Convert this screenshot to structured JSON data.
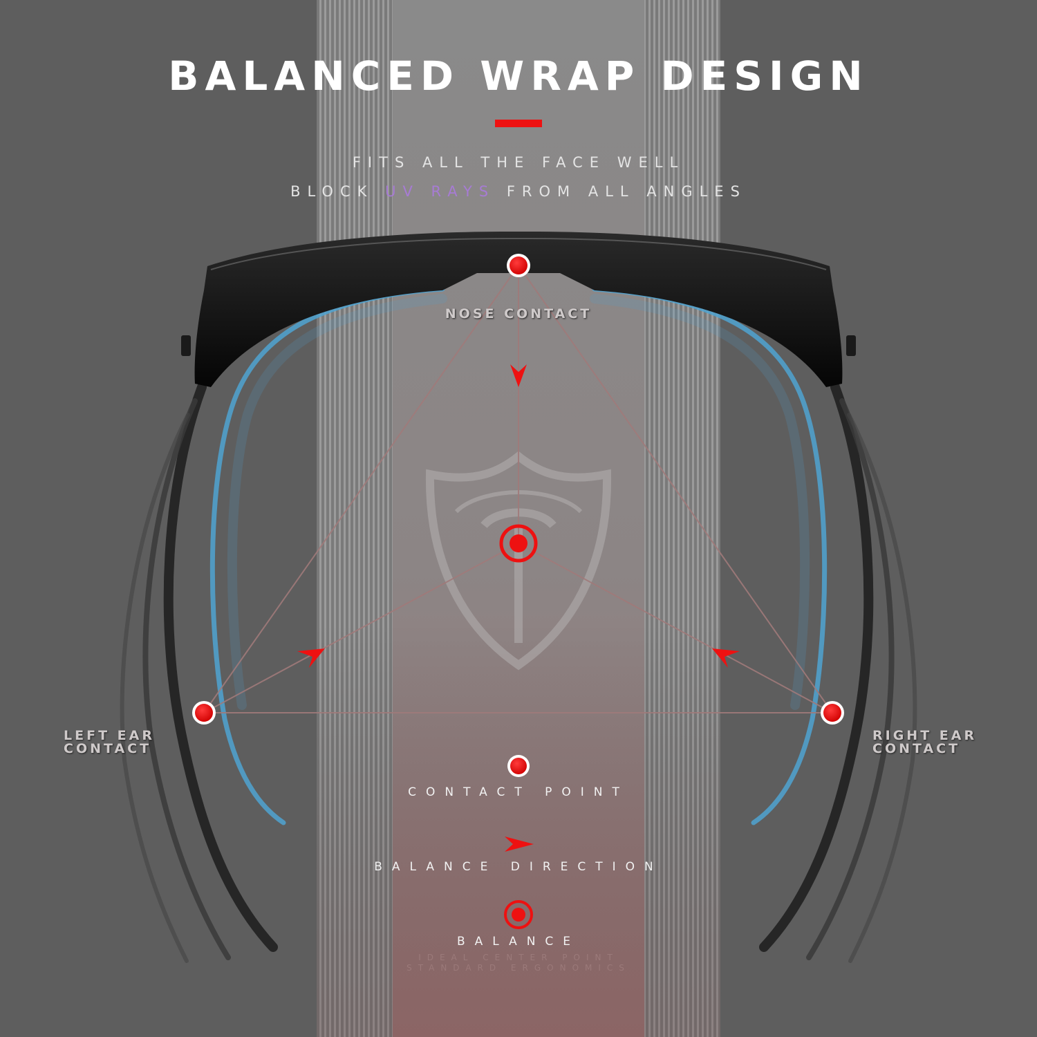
{
  "title": "BALANCED WRAP DESIGN",
  "subtitle": {
    "line1": "FITS ALL THE FACE WELL",
    "line2_before": "BLOCK",
    "line2_highlight": "UV RAYS",
    "line2_after": "FROM ALL ANGLES"
  },
  "labels": {
    "nose": "NOSE CONTACT",
    "left_ear_1": "LEFT EAR",
    "left_ear_2": "CONTACT",
    "right_ear_1": "RIGHT EAR",
    "right_ear_2": "CONTACT"
  },
  "legend": {
    "contact_point": "CONTACT POINT",
    "balance_direction": "BALANCE DIRECTION",
    "balance": "BALANCE",
    "faint_line1": "IDEAL CENTER POINT",
    "faint_line2": "STANDARD ERGONOMICS"
  },
  "colors": {
    "background": "#5e5e5e",
    "accent_red": "#ee1111",
    "uv_purple": "#a77bd4",
    "glow_blue": "#4fa3d1"
  },
  "icons": [
    "contact-point-icon",
    "balance-direction-icon",
    "balance-icon",
    "shield-logo-icon"
  ]
}
